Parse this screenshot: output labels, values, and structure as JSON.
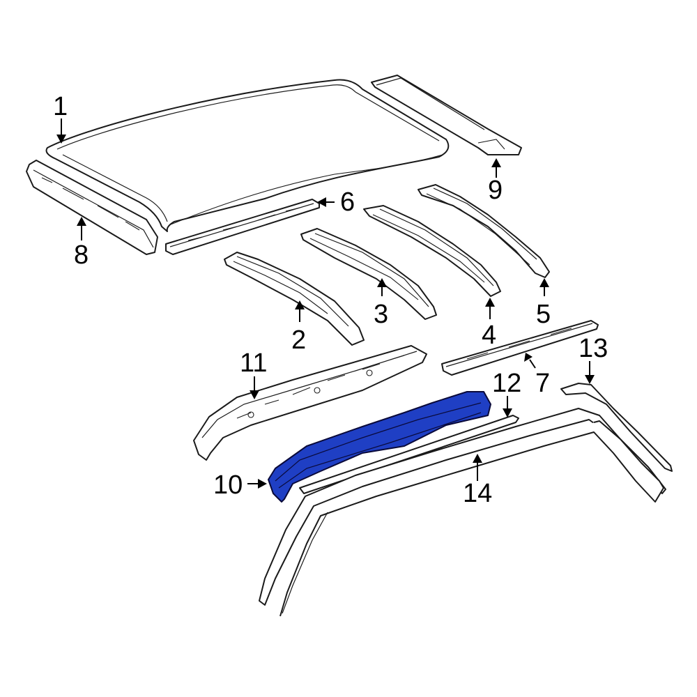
{
  "highlight_color": "#1f3fc4",
  "highlighted_part": "10",
  "callouts": [
    {
      "id": "c1",
      "label": "1"
    },
    {
      "id": "c2",
      "label": "2"
    },
    {
      "id": "c3",
      "label": "3"
    },
    {
      "id": "c4",
      "label": "4"
    },
    {
      "id": "c5",
      "label": "5"
    },
    {
      "id": "c6",
      "label": "6"
    },
    {
      "id": "c7",
      "label": "7"
    },
    {
      "id": "c8",
      "label": "8"
    },
    {
      "id": "c9",
      "label": "9"
    },
    {
      "id": "c10",
      "label": "10"
    },
    {
      "id": "c11",
      "label": "11"
    },
    {
      "id": "c12",
      "label": "12"
    },
    {
      "id": "c13",
      "label": "13"
    },
    {
      "id": "c14",
      "label": "14"
    }
  ]
}
